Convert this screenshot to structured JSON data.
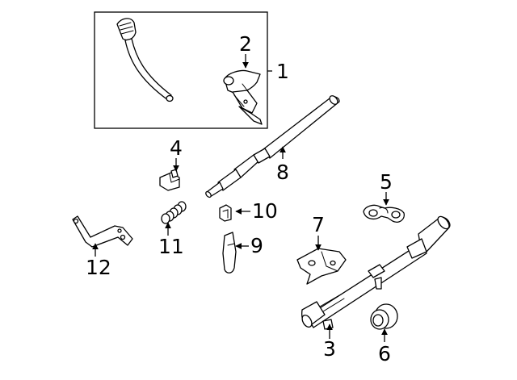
{
  "callouts": [
    {
      "id": "1",
      "label": "1",
      "part": "steering-column-shift-lever-assembly"
    },
    {
      "id": "2",
      "label": "2",
      "part": "shift-lever-bracket"
    },
    {
      "id": "3",
      "label": "3",
      "part": "steering-column-shaft"
    },
    {
      "id": "4",
      "label": "4",
      "part": "clip"
    },
    {
      "id": "5",
      "label": "5",
      "part": "mounting-bracket"
    },
    {
      "id": "6",
      "label": "6",
      "part": "bushing"
    },
    {
      "id": "7",
      "label": "7",
      "part": "shift-tube-bracket"
    },
    {
      "id": "8",
      "label": "8",
      "part": "intermediate-shaft"
    },
    {
      "id": "9",
      "label": "9",
      "part": "retainer"
    },
    {
      "id": "10",
      "label": "10",
      "part": "clip"
    },
    {
      "id": "11",
      "label": "11",
      "part": "spring"
    },
    {
      "id": "12",
      "label": "12",
      "part": "support-bracket"
    }
  ],
  "colors": {
    "line": "#000000",
    "background": "#ffffff",
    "fill": "#ffffff"
  }
}
